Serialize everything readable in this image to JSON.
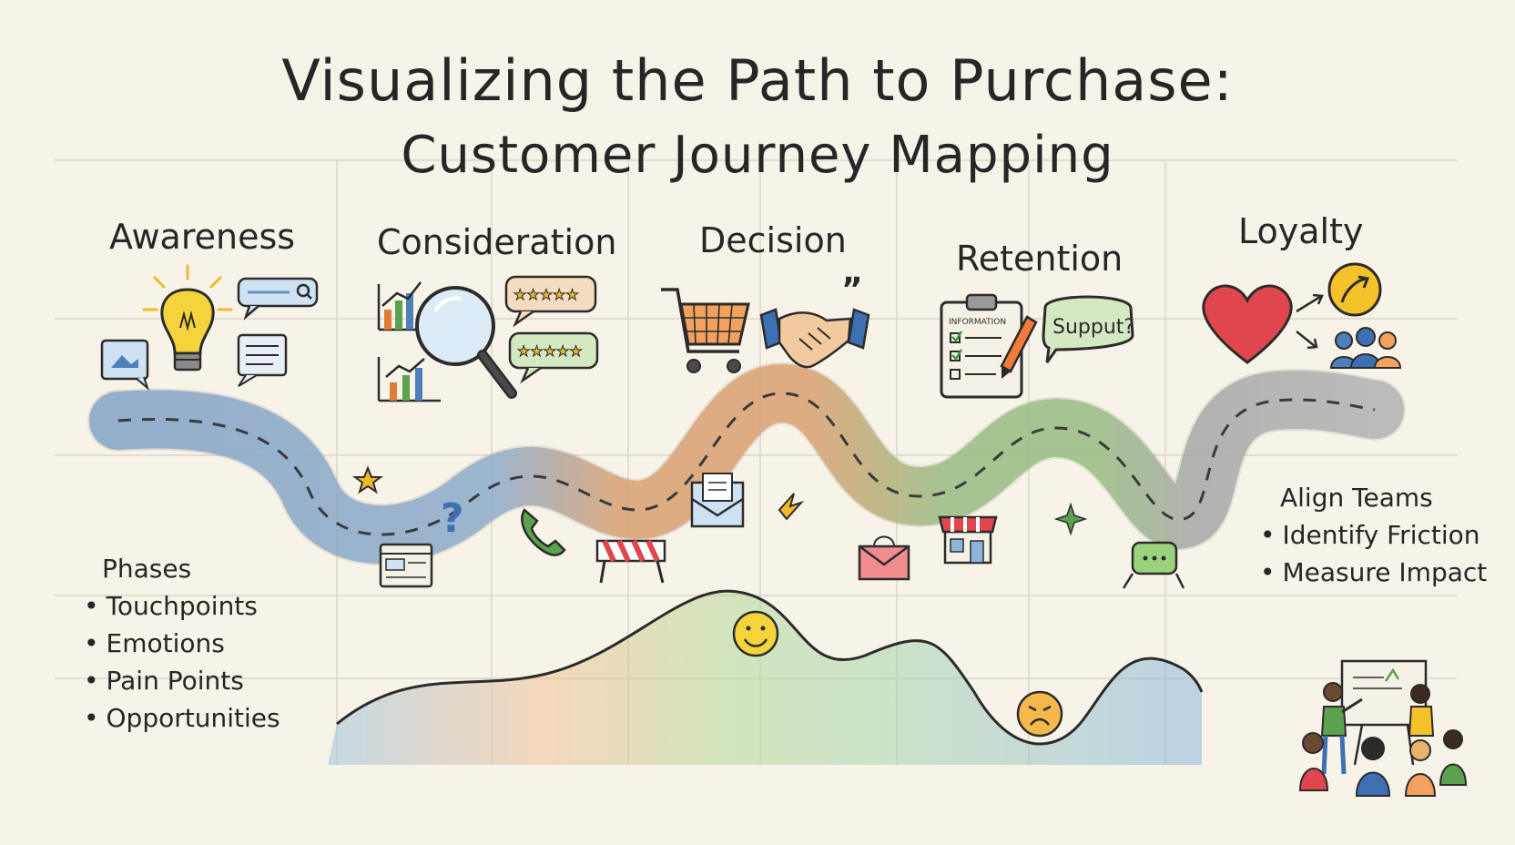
{
  "title": {
    "line1": "Visualizing the Path to Purchase:",
    "line2": "Customer Journey Mapping"
  },
  "phases": [
    {
      "label": "Awareness",
      "color": "#6f9ed8"
    },
    {
      "label": "Consideration",
      "color": "#7fa9d6"
    },
    {
      "label": "Decision",
      "color": "#f0a56a"
    },
    {
      "label": "Retention",
      "color": "#8cc47a"
    },
    {
      "label": "Loyalty",
      "color": "#9a9a9a"
    }
  ],
  "support_bubble": "Supput?",
  "clipboard_header": "INFORMATION",
  "left_list": {
    "heading": "Phases",
    "items": [
      "Touchpoints",
      "Emotions",
      "Pain Points",
      "Opportunities"
    ]
  },
  "right_list": {
    "heading": "Align Teams",
    "items": [
      "Identify Friction",
      "Measure Impact"
    ]
  },
  "colors": {
    "background": "#f7f3e8",
    "ink": "#2b2b2b",
    "grid": "#dcd6c8",
    "road_blue": "#8fb4dc",
    "road_orange": "#f2b07a",
    "road_green": "#a6d08e",
    "road_gray": "#b8b8b8",
    "heart": "#e0474c",
    "bulb": "#f5d33a",
    "stars": "#f2b927"
  },
  "icons": [
    "lightbulb-icon",
    "search-bubble-icon",
    "image-bubble-icon",
    "document-bubble-icon",
    "bar-chart-icon",
    "magnifier-icon",
    "rating-bubble-icon",
    "cart-icon",
    "handshake-icon",
    "quote-icon",
    "clipboard-icon",
    "pen-icon",
    "heart-icon",
    "share-icon",
    "people-icon",
    "star-icon",
    "question-icon",
    "browser-icon",
    "phone-icon",
    "barrier-icon",
    "envelope-icon",
    "arrow-icon",
    "mail-icon",
    "store-icon",
    "chat-bubble-icon",
    "smiley-happy-icon",
    "smiley-sad-icon",
    "team-presentation-icon"
  ]
}
